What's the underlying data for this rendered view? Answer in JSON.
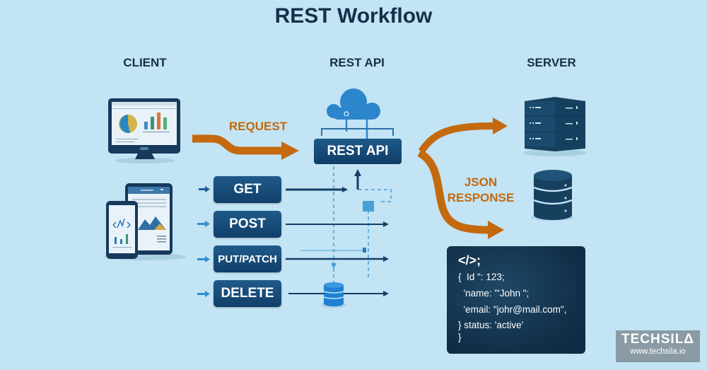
{
  "title": "REST Workflow",
  "columns": {
    "client": "CLIENT",
    "api": "REST API",
    "server": "SERVER"
  },
  "labels": {
    "request": "REQUEST",
    "response_line1": "JSON",
    "response_line2": "RESPONSE"
  },
  "api_box": "REST API",
  "methods": [
    {
      "label": "GET"
    },
    {
      "label": "POST"
    },
    {
      "label": "PUT/PATCH"
    },
    {
      "label": "DELETE"
    }
  ],
  "code_panel": {
    "lines": [
      "</>;",
      "{  Id \": 123;",
      "  'name: '\"John \";",
      "  'email: \"johr@mail.com\",",
      "} status: 'active'",
      "}"
    ]
  },
  "icons": {
    "desktop": "desktop-monitor-icon",
    "mobile": "tablet-phone-icon",
    "cloud": "cloud-icon",
    "server": "server-stack-icon",
    "database": "database-icon"
  },
  "colors": {
    "background": "#c2e4f4",
    "navy": "#17304a",
    "button": "#174d7a",
    "orange": "#c46a0c",
    "accent_blue": "#2f8fd8"
  },
  "brand": {
    "name": "TECHSILΔ",
    "url": "www.techsila.io"
  }
}
